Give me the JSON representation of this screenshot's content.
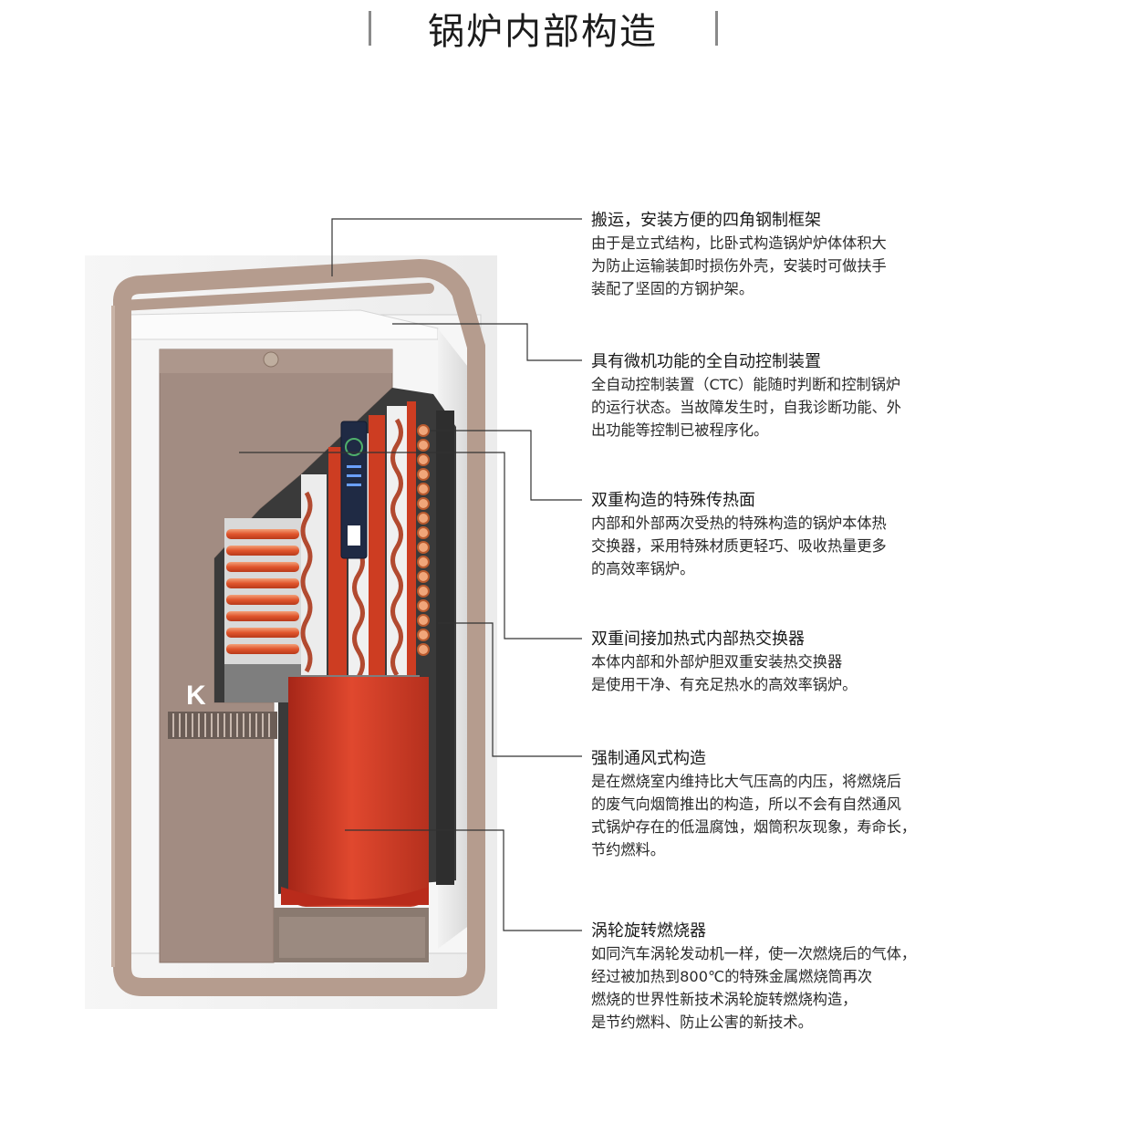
{
  "page": {
    "title": "锅炉内部构造"
  },
  "boiler": {
    "logo_letter": "K"
  },
  "callouts": [
    {
      "title": "搬运，安装方便的四角钢制框架",
      "lines": [
        "由于是立式结构，比卧式构造锅炉炉体体积大",
        "为防止运输装卸时损伤外壳，安装时可做扶手",
        "装配了坚固的方钢护架。"
      ]
    },
    {
      "title": "具有微机功能的全自动控制装置",
      "lines": [
        "全自动控制装置（CTC）能随时判断和控制锅炉",
        "的运行状态。当故障发生时，自我诊断功能、外",
        "出功能等控制已被程序化。"
      ]
    },
    {
      "title": "双重构造的特殊传热面",
      "lines": [
        "内部和外部两次受热的特殊构造的锅炉本体热",
        "交换器，采用特殊材质更轻巧、吸收热量更多",
        "的高效率锅炉。"
      ]
    },
    {
      "title": "双重间接加热式内部热交换器",
      "lines": [
        "本体内部和外部炉胆双重安装热交换器",
        "是使用干净、有充足热水的高效率锅炉。"
      ]
    },
    {
      "title": "强制通风式构造",
      "lines": [
        "是在燃烧室内维持比大气压高的内压，将燃烧后",
        "的废气向烟筒推出的构造，所以不会有自然通风",
        "式锅炉存在的低温腐蚀，烟筒积灰现象，寿命长，",
        "节约燃料。"
      ]
    },
    {
      "title": "涡轮旋转燃烧器",
      "lines": [
        "如同汽车涡轮发动机一样，使一次燃烧后的气体，",
        "经过被加热到800℃的特殊金属燃烧筒再次",
        "燃烧的世界性新技术涡轮旋转燃烧构造，",
        "是节约燃料、防止公害的新技术。"
      ]
    }
  ]
}
